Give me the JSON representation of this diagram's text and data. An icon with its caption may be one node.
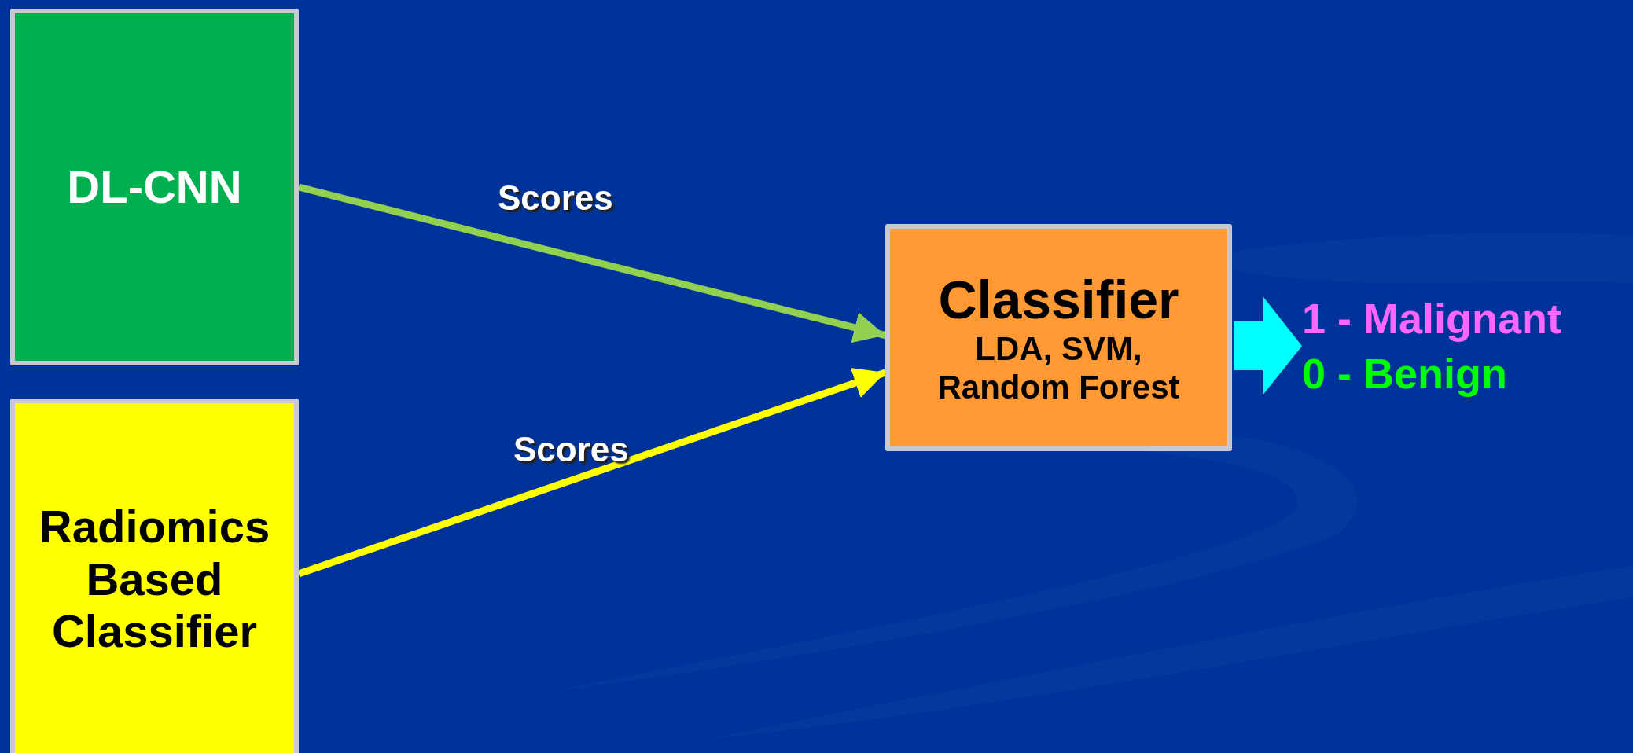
{
  "diagram": {
    "nodes": [
      {
        "text": [
          "DL-CNN"
        ]
      },
      {
        "text": [
          "Radiomics Based Classifier"
        ]
      },
      {
        "text": [
          "Classifier",
          "LDA, SVM, Random Forest"
        ]
      },
      {
        "text": [
          "1 - Malignant",
          "0 - Benign"
        ]
      }
    ],
    "edges": [
      {
        "from": 0,
        "to": 2,
        "arrow": "to",
        "label": "Scores",
        "color": "#92d050"
      },
      {
        "from": 1,
        "to": 2,
        "arrow": "to",
        "label": "Scores",
        "color": "#ffff00"
      },
      {
        "from": 2,
        "to": 3,
        "arrow": "to",
        "style": "thick",
        "color": "#00ffff"
      }
    ]
  }
}
